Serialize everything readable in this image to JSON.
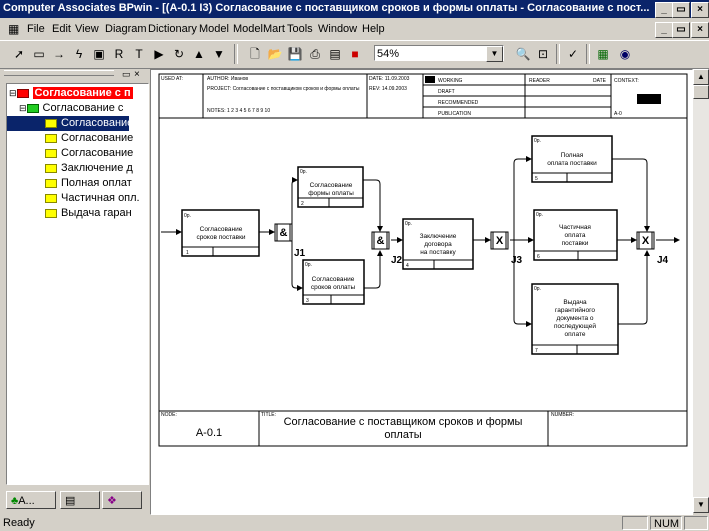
{
  "window": {
    "app_title": "Computer Associates BPwin",
    "doc_title": "[(A-0.1 I3) Согласование  с поставщиком  сроков и формы  оплаты - Согласование с пост..."
  },
  "menu": [
    "File",
    "Edit",
    "View",
    "Diagram",
    "Dictionary",
    "Model",
    "ModelMart",
    "Tools",
    "Window",
    "Help"
  ],
  "toolbar": {
    "zoom": "54%"
  },
  "tree": {
    "root": "Согласование  с п",
    "items": [
      {
        "label": "Согласование  с",
        "level": 1,
        "selected": false
      },
      {
        "label": "Согласование",
        "level": 2,
        "selected": true
      },
      {
        "label": "Согласование",
        "level": 2,
        "selected": false
      },
      {
        "label": "Согласование",
        "level": 2,
        "selected": false
      },
      {
        "label": "Заключение д",
        "level": 2,
        "selected": false
      },
      {
        "label": "Полная оплат",
        "level": 2,
        "selected": false
      },
      {
        "label": "Частичная опл.",
        "level": 2,
        "selected": false
      },
      {
        "label": "Выдача гаран",
        "level": 2,
        "selected": false
      }
    ],
    "tabs": [
      "A...",
      "",
      ""
    ]
  },
  "header": {
    "used_at": "USED AT:",
    "author_label": "AUTHOR:",
    "author": "Иванов",
    "date_label": "DATE:",
    "date": "11.09.2003",
    "project_label": "PROJECT:",
    "project": "Согласование  с поставщиком  сроков и формы оплаты",
    "rev_label": "REV:",
    "rev": "14.09.2003",
    "notes": "NOTES:  1  2  3  4  5  6  7  8  9  10",
    "working": "WORKING",
    "draft": "DRAFT",
    "recommended": "RECOMMENDED",
    "publication": "PUBLICATION",
    "reader": "READER",
    "date2": "DATE",
    "context": "CONTEXT:",
    "node_ref": "A-0"
  },
  "boxes": [
    {
      "name": "Согласование сроков поставки",
      "num": "1"
    },
    {
      "name": "Согласование формы оплаты",
      "num": "2"
    },
    {
      "name": "Согласование сроков оплаты",
      "num": "3"
    },
    {
      "name": "Заключение договора на поставку",
      "num": "4"
    },
    {
      "name": "Полная оплата поставки",
      "num": "5"
    },
    {
      "name": "Частичная оплата поставки",
      "num": "6"
    },
    {
      "name": "Выдача гарантийного документа о последующей оплате",
      "num": "7"
    }
  ],
  "box_tag": "0р.",
  "junctions": [
    {
      "symbol": "&",
      "label": "J1"
    },
    {
      "symbol": "&",
      "label": "J2"
    },
    {
      "symbol": "X",
      "label": "J3"
    },
    {
      "symbol": "X",
      "label": "J4"
    }
  ],
  "footer": {
    "node_label": "NODE:",
    "node": "A-0.1",
    "title_label": "TITLE:",
    "title": "Согласование  с поставщиком  сроков и формы оплаты",
    "number_label": "NUMBER:"
  },
  "status": {
    "text": "Ready",
    "num": "NUM"
  }
}
